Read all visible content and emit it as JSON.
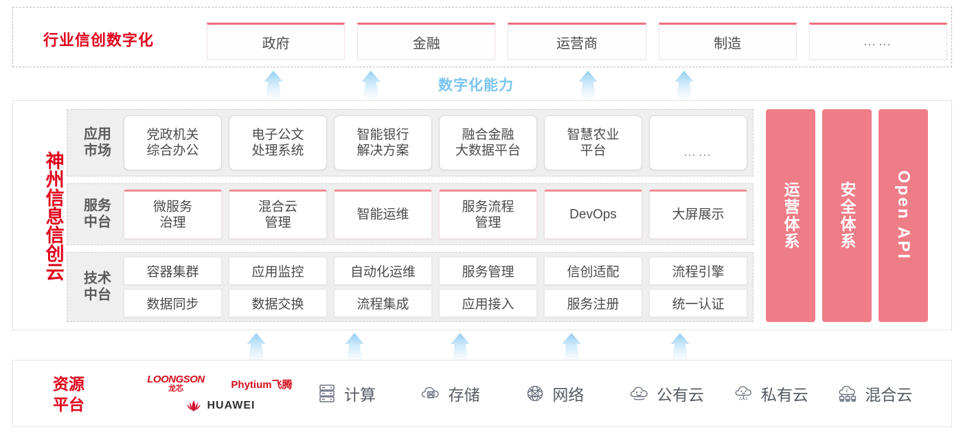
{
  "industry": {
    "title": "行业信创数字化",
    "cards": [
      {
        "label": "政府",
        "kind": "text"
      },
      {
        "label": "金融",
        "kind": "text"
      },
      {
        "label": "运营商",
        "kind": "text"
      },
      {
        "label": "制造",
        "kind": "text"
      },
      {
        "label": "……",
        "kind": "dots"
      }
    ]
  },
  "capability": {
    "label": "数字化能力"
  },
  "cloud": {
    "title": "神州信息信创云",
    "bands": [
      {
        "label": "应用\n市场",
        "label_line1": "应用",
        "label_line2": "市场",
        "items": [
          {
            "line1": "党政机关",
            "line2": "综合办公"
          },
          {
            "line1": "电子公文",
            "line2": "处理系统"
          },
          {
            "line1": "智能银行",
            "line2": "解决方案"
          },
          {
            "line1": "融合金融",
            "line2": "大数据平台"
          },
          {
            "line1": "智慧农业",
            "line2": "平台"
          },
          {
            "line1": "……",
            "line2": "",
            "kind": "dots"
          }
        ]
      },
      {
        "label_line1": "服务",
        "label_line2": "中台",
        "items": [
          {
            "line1": "微服务",
            "line2": "治理"
          },
          {
            "line1": "混合云",
            "line2": "管理"
          },
          {
            "line1": "智能运维",
            "line2": ""
          },
          {
            "line1": "服务流程",
            "line2": "管理"
          },
          {
            "line1": "DevOps",
            "line2": ""
          },
          {
            "line1": "大屏展示",
            "line2": ""
          }
        ]
      },
      {
        "label_line1": "技术",
        "label_line2": "中台",
        "rows": [
          [
            "容器集群",
            "应用监控",
            "自动化运维",
            "服务管理",
            "信创适配",
            "流程引擎"
          ],
          [
            "数据同步",
            "数据交换",
            "流程集成",
            "应用接入",
            "服务注册",
            "统一认证"
          ]
        ]
      }
    ],
    "pillars": [
      {
        "label": "运营体系",
        "orientation": "cjk"
      },
      {
        "label": "安全体系",
        "orientation": "cjk"
      },
      {
        "label": "Open API",
        "orientation": "latin"
      }
    ]
  },
  "resource": {
    "title_line1": "资源",
    "title_line2": "平台",
    "logos": [
      {
        "name": "loongson-logo",
        "en": "LOONGSON",
        "cn": "龙芯"
      },
      {
        "name": "phytium-logo",
        "text": "Phytium飞腾"
      },
      {
        "name": "huawei-logo",
        "text": "HUAWEI"
      }
    ],
    "items": [
      {
        "label": "计算",
        "icon": "server-icon"
      },
      {
        "label": "存储",
        "icon": "cloud-storage-icon"
      },
      {
        "label": "网络",
        "icon": "network-icon"
      },
      {
        "label": "公有云",
        "icon": "public-cloud-icon"
      },
      {
        "label": "私有云",
        "icon": "private-cloud-icon"
      },
      {
        "label": "混合云",
        "icon": "hybrid-cloud-icon"
      }
    ]
  },
  "colors": {
    "brand_red": "#e1001a",
    "pillar_pink": "#ef7d87",
    "card_accent": "#ef6f7d",
    "arrow_blue": "#9fd4f5",
    "capability_blue": "#79c4f2"
  },
  "arrows": {
    "top_count": 4,
    "bottom_count": 5
  }
}
